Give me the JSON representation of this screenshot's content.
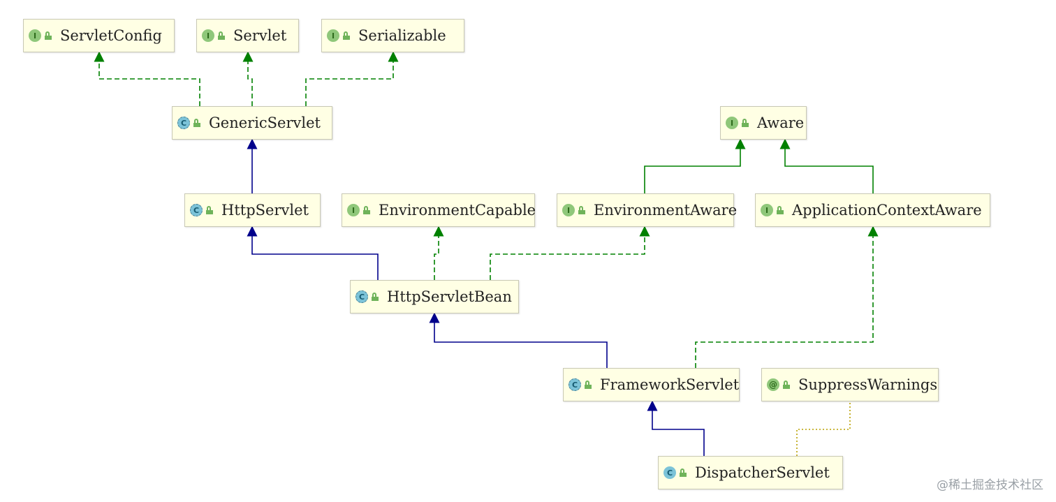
{
  "diagram": {
    "nodes": [
      {
        "id": "servletconfig",
        "label": "ServletConfig",
        "kind": "interface",
        "kind_glyph": "I"
      },
      {
        "id": "servlet",
        "label": "Servlet",
        "kind": "interface",
        "kind_glyph": "I"
      },
      {
        "id": "serializable",
        "label": "Serializable",
        "kind": "interface",
        "kind_glyph": "I"
      },
      {
        "id": "genericservlet",
        "label": "GenericServlet",
        "kind": "abstract",
        "kind_glyph": "C"
      },
      {
        "id": "aware",
        "label": "Aware",
        "kind": "interface",
        "kind_glyph": "I"
      },
      {
        "id": "httpservlet",
        "label": "HttpServlet",
        "kind": "abstract",
        "kind_glyph": "C"
      },
      {
        "id": "environmentcapable",
        "label": "EnvironmentCapable",
        "kind": "interface",
        "kind_glyph": "I"
      },
      {
        "id": "environmentaware",
        "label": "EnvironmentAware",
        "kind": "interface",
        "kind_glyph": "I"
      },
      {
        "id": "applicationcontextaware",
        "label": "ApplicationContextAware",
        "kind": "interface",
        "kind_glyph": "I"
      },
      {
        "id": "httpservletbean",
        "label": "HttpServletBean",
        "kind": "abstract",
        "kind_glyph": "C"
      },
      {
        "id": "frameworkservlet",
        "label": "FrameworkServlet",
        "kind": "abstract",
        "kind_glyph": "C"
      },
      {
        "id": "suppresswarnings",
        "label": "SuppressWarnings",
        "kind": "annotation",
        "kind_glyph": "@"
      },
      {
        "id": "dispatcherservlet",
        "label": "DispatcherServlet",
        "kind": "class",
        "kind_glyph": "C"
      }
    ],
    "edges": [
      {
        "from": "genericservlet",
        "to": "servletconfig",
        "type": "implements"
      },
      {
        "from": "genericservlet",
        "to": "servlet",
        "type": "implements"
      },
      {
        "from": "genericservlet",
        "to": "serializable",
        "type": "implements"
      },
      {
        "from": "httpservlet",
        "to": "genericservlet",
        "type": "extends"
      },
      {
        "from": "environmentaware",
        "to": "aware",
        "type": "extends-interface"
      },
      {
        "from": "applicationcontextaware",
        "to": "aware",
        "type": "extends-interface"
      },
      {
        "from": "httpservletbean",
        "to": "httpservlet",
        "type": "extends"
      },
      {
        "from": "httpservletbean",
        "to": "environmentcapable",
        "type": "implements"
      },
      {
        "from": "httpservletbean",
        "to": "environmentaware",
        "type": "implements"
      },
      {
        "from": "frameworkservlet",
        "to": "httpservletbean",
        "type": "extends"
      },
      {
        "from": "frameworkservlet",
        "to": "applicationcontextaware",
        "type": "implements"
      },
      {
        "from": "dispatcherservlet",
        "to": "frameworkservlet",
        "type": "extends"
      },
      {
        "from": "dispatcherservlet",
        "to": "suppresswarnings",
        "type": "annotated"
      }
    ],
    "colors": {
      "extends": "#00008b",
      "implements": "#008000",
      "annotated": "#b8a000",
      "node_fill": "#ffffe4",
      "node_border": "#c8c8b4"
    }
  },
  "watermark": "@稀土掘金技术社区"
}
